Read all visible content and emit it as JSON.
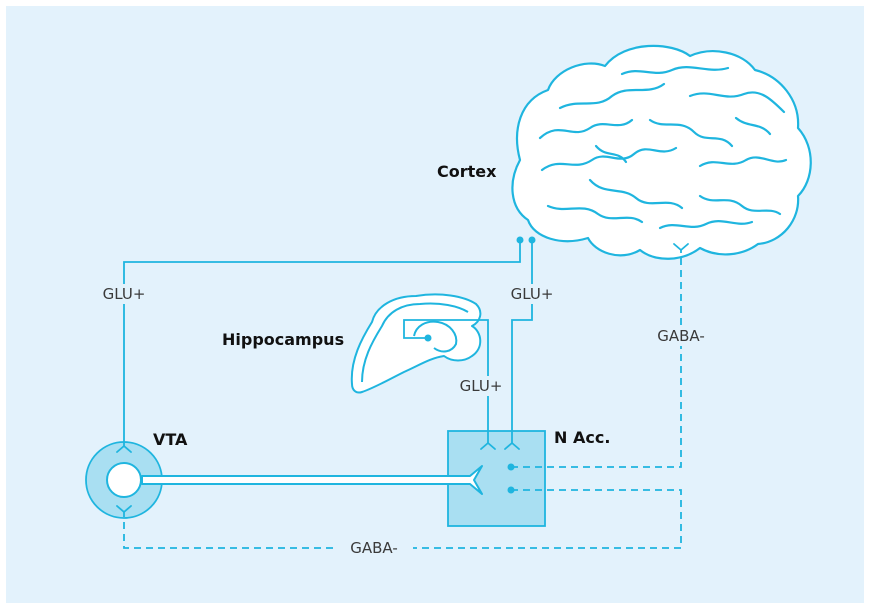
{
  "diagram": {
    "regions": {
      "cortex": "Cortex",
      "hippocampus": "Hippocampus",
      "vta": "VTA",
      "n_acc": "N Acc."
    },
    "pathways": {
      "cortex_to_vta": "GLU+",
      "cortex_to_nacc": "GLU+",
      "hippocampus_to_nacc": "GLU+",
      "nacc_to_cortex": "GABA-",
      "nacc_to_vta": "GABA-"
    }
  },
  "colors": {
    "panel": "#e3f2fc",
    "line": "#1fb5df",
    "fill_light": "#a9dff2",
    "fill_white": "#ffffff",
    "text": "#111111",
    "path_text": "#3a3a3a"
  }
}
